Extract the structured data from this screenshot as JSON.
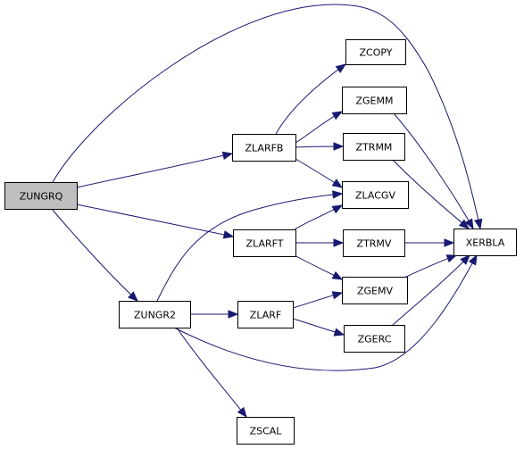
{
  "graph": {
    "edge_color": "#191970",
    "root_fill": "#bfbfbf",
    "nodes": [
      {
        "id": "ZUNGRQ",
        "label": "ZUNGRQ",
        "root": true
      },
      {
        "id": "XERBLA",
        "label": "XERBLA"
      },
      {
        "id": "ZLARFB",
        "label": "ZLARFB"
      },
      {
        "id": "ZLARFT",
        "label": "ZLARFT"
      },
      {
        "id": "ZUNGR2",
        "label": "ZUNGR2"
      },
      {
        "id": "ZCOPY",
        "label": "ZCOPY"
      },
      {
        "id": "ZGEMM",
        "label": "ZGEMM"
      },
      {
        "id": "ZTRMM",
        "label": "ZTRMM"
      },
      {
        "id": "ZLACGV",
        "label": "ZLACGV"
      },
      {
        "id": "ZTRMV",
        "label": "ZTRMV"
      },
      {
        "id": "ZGEMV",
        "label": "ZGEMV"
      },
      {
        "id": "ZLARF",
        "label": "ZLARF"
      },
      {
        "id": "ZGERC",
        "label": "ZGERC"
      },
      {
        "id": "ZSCAL",
        "label": "ZSCAL"
      }
    ],
    "edges": [
      {
        "from": "ZUNGRQ",
        "to": "XERBLA"
      },
      {
        "from": "ZUNGRQ",
        "to": "ZLARFB"
      },
      {
        "from": "ZUNGRQ",
        "to": "ZLARFT"
      },
      {
        "from": "ZUNGRQ",
        "to": "ZUNGR2"
      },
      {
        "from": "ZLARFB",
        "to": "ZCOPY"
      },
      {
        "from": "ZLARFB",
        "to": "ZGEMM"
      },
      {
        "from": "ZLARFB",
        "to": "ZTRMM"
      },
      {
        "from": "ZLARFB",
        "to": "ZLACGV"
      },
      {
        "from": "ZGEMM",
        "to": "XERBLA"
      },
      {
        "from": "ZTRMM",
        "to": "XERBLA"
      },
      {
        "from": "ZLARFT",
        "to": "ZLACGV"
      },
      {
        "from": "ZLARFT",
        "to": "ZTRMV"
      },
      {
        "from": "ZLARFT",
        "to": "ZGEMV"
      },
      {
        "from": "ZTRMV",
        "to": "XERBLA"
      },
      {
        "from": "ZGEMV",
        "to": "XERBLA"
      },
      {
        "from": "ZUNGR2",
        "to": "ZLACGV"
      },
      {
        "from": "ZUNGR2",
        "to": "ZLARF"
      },
      {
        "from": "ZUNGR2",
        "to": "XERBLA"
      },
      {
        "from": "ZUNGR2",
        "to": "ZSCAL"
      },
      {
        "from": "ZLARF",
        "to": "ZGEMV"
      },
      {
        "from": "ZLARF",
        "to": "ZGERC"
      },
      {
        "from": "ZGERC",
        "to": "XERBLA"
      }
    ]
  }
}
